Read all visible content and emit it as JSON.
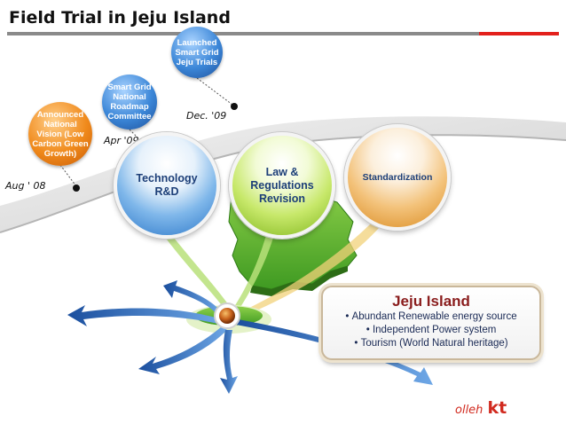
{
  "slide": {
    "title": "Field Trial in Jeju Island",
    "accent_red": "#e3211c"
  },
  "timeline": [
    {
      "label": "Announced National Vision (Low Carbon Green Growth)",
      "date": "Aug ' 08",
      "color": "#f08a1c"
    },
    {
      "label": "Smart Grid National Roadmap Committee",
      "date": "Apr '09",
      "color": "#3c87d8"
    },
    {
      "label": "Launched Smart Grid Jeju Trials",
      "date": "Dec. '09",
      "color": "#3c87d8"
    }
  ],
  "pillars": [
    {
      "label": "Technology R&D",
      "color": "#2a76c8"
    },
    {
      "label": "Law & Regulations Revision",
      "color": "#7fb51c"
    },
    {
      "label": "Standardization",
      "color": "#d98a1f"
    }
  ],
  "jeju": {
    "title": "Jeju Island",
    "bullets": [
      "Abundant Renewable energy source",
      "Independent Power system",
      "Tourism (World Natural heritage)"
    ]
  },
  "logo": {
    "word1": "olleh",
    "word2": "kt"
  }
}
